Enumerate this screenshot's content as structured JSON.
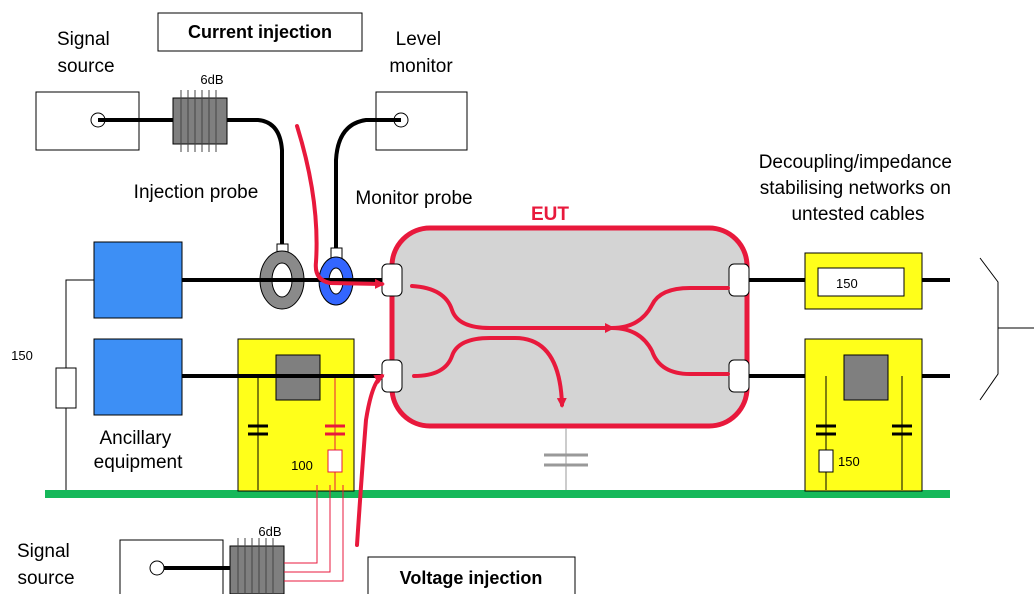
{
  "labels": {
    "signal_source_top": [
      "Signal",
      "source"
    ],
    "current_injection": "Current injection",
    "level_monitor": [
      "Level",
      "monitor"
    ],
    "attenuator_top": "6dB",
    "injection_probe": "Injection probe",
    "monitor_probe": "Monitor probe",
    "eut": "EUT",
    "decoupling": [
      "Decoupling/impedance",
      "stabilising networks on",
      "untested cables"
    ],
    "resistor_left": "150",
    "ancillary": [
      "Ancillary",
      "equipment"
    ],
    "network_top_value": "150",
    "cdn_left_value": "100",
    "cdn_right_value": "150",
    "attenuator_bottom": "6dB",
    "signal_source_bottom": [
      "Signal",
      "source"
    ],
    "voltage_injection": "Voltage injection"
  },
  "colors": {
    "signal_path": "#e8193c",
    "eut_fill": "#d4d4d4",
    "ancillary_fill": "#3d8ff5",
    "network_fill": "#ffff1a",
    "ground_plane": "#16b85a",
    "monitor_probe": "#3366ff",
    "injection_probe": "#8a8a8a"
  }
}
